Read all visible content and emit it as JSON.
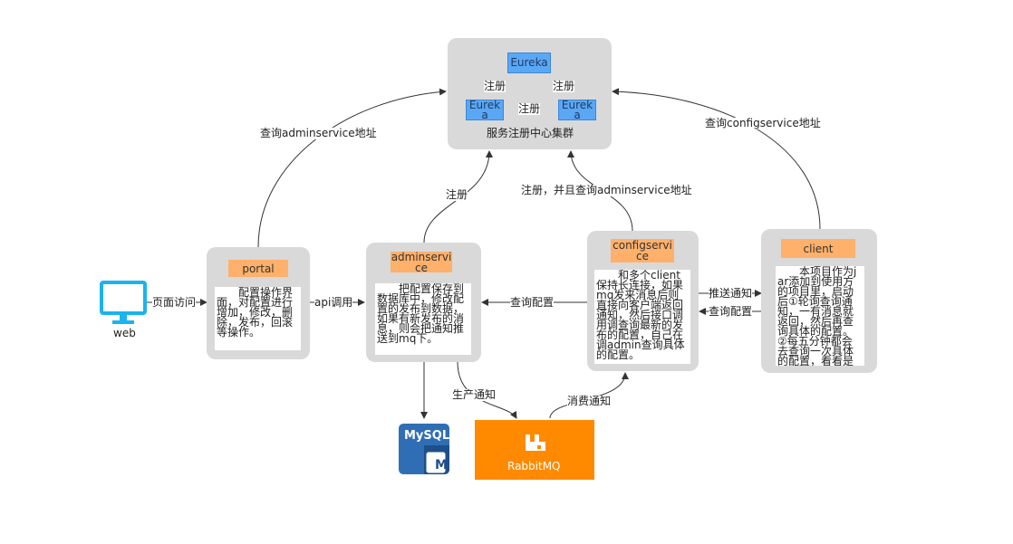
{
  "eureka_cluster": {
    "label": "服务注册中心集群",
    "nodes": [
      "Eureka",
      "Eureka",
      "Eureka"
    ],
    "link_labels": {
      "left": "注册",
      "right": "注册",
      "bottom": "注册"
    }
  },
  "web": {
    "label": "web"
  },
  "portal": {
    "title": "portal",
    "desc": "配置操作界面，对配置进行增加，修改，删除，发布，回滚等操作。"
  },
  "adminservice": {
    "title": "adminservice",
    "desc": "把配置保存到数据库中，修改配置的发布到数据，如果有新发布的消息，则会把通知推送到mq下。"
  },
  "configservice": {
    "title": "configservice",
    "desc": "和多个client保持长连接，如果mq发来消息后则直接向客户端返回通知，然后接口调用调查询最新的发布的配置，自己在调admin查询具体的配置。"
  },
  "client": {
    "title": "client",
    "desc": "本项目作为jar添加到使用方的项目里，启动后①轮询查询通知，一有消息就返回，然后再查询具体的配置。②每五分钟都会去查询一次具体的配置，看看是否有发布新配置"
  },
  "mysql": {
    "label": "MySQL",
    "badge": "M"
  },
  "rabbitmq": {
    "label": "RabbitMQ"
  },
  "edges": {
    "web_portal": "页面访问",
    "portal_admin": "api调用",
    "portal_eureka": "查询adminservice地址",
    "admin_eureka": "注册",
    "config_eureka": "注册，并且查询adminservice地址",
    "client_eureka": "查询configservice地址",
    "config_admin": "查询配置",
    "config_client": "推送通知",
    "client_config": "查询配置",
    "admin_mq": "生产通知",
    "mq_config": "消费通知"
  },
  "colors": {
    "panel": "#d9d9d9",
    "title": "#ffb06a",
    "eureka": "#5aa7f5",
    "monitor": "#1ab3f0",
    "mysql": "#2f6eb5",
    "rabbitmq": "#ff8a00"
  }
}
